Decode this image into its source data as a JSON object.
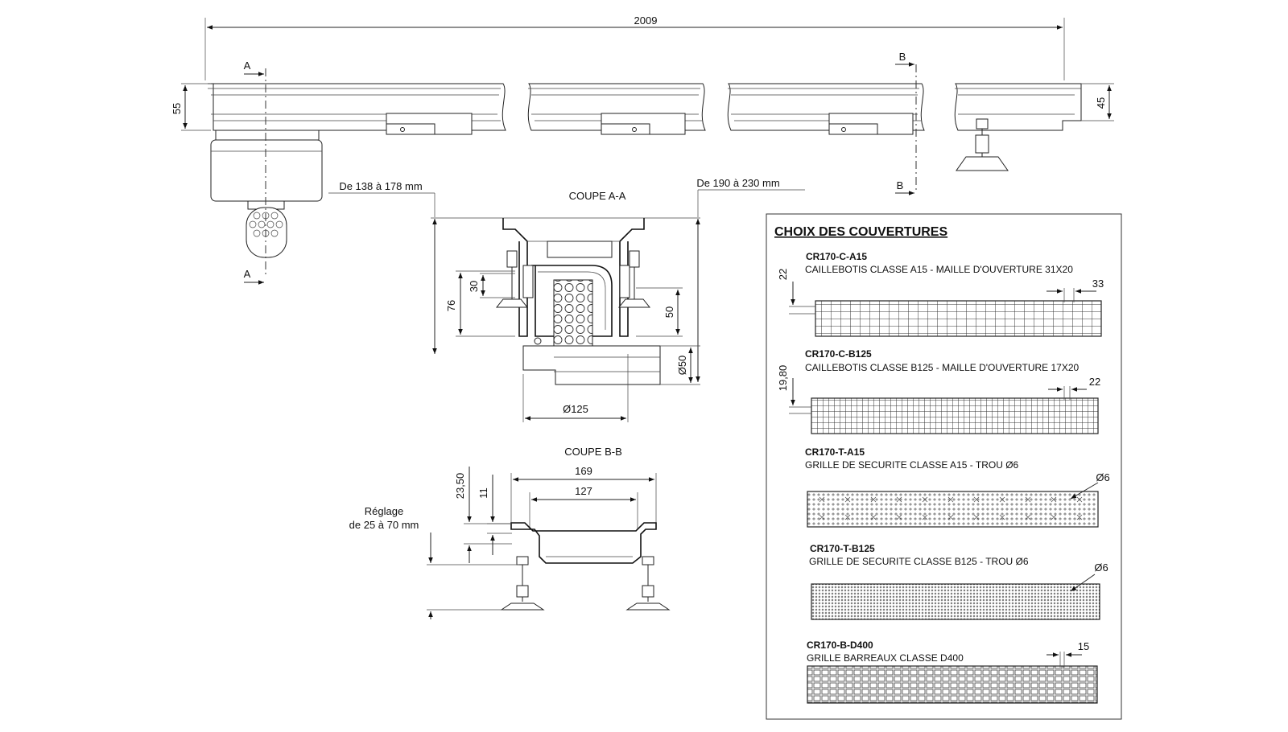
{
  "drawing": {
    "overall_length": "2009",
    "height_left": "55",
    "height_right": "45",
    "section_a": "A",
    "section_b": "B"
  },
  "coupe_aa": {
    "title": "COUPE A-A",
    "range_left": "De 138 à 178 mm",
    "range_right": "De 190 à 230 mm",
    "dim_30": "30",
    "dim_76": "76",
    "dim_50": "50",
    "dim_d50": "Ø50",
    "dim_d125": "Ø125"
  },
  "coupe_bb": {
    "title": "COUPE B-B",
    "dim_169": "169",
    "dim_127": "127",
    "dim_2350": "23,50",
    "dim_11": "11",
    "reglage_line1": "Réglage",
    "reglage_line2": "de 25 à 70 mm"
  },
  "covers": {
    "title": "CHOIX DES COUVERTURES",
    "items": [
      {
        "code": "CR170-C-A15",
        "desc": "CAILLEBOTIS CLASSE A15 - MAILLE D'OUVERTURE 31X20",
        "dim_side": "22",
        "dim_top": "33"
      },
      {
        "code": "CR170-C-B125",
        "desc": "CAILLEBOTIS CLASSE B125 - MAILLE D'OUVERTURE 17X20",
        "dim_side": "19,80",
        "dim_top": "22"
      },
      {
        "code": "CR170-T-A15",
        "desc": "GRILLE DE SECURITE CLASSE A15 - TROU Ø6",
        "dim_top": "Ø6"
      },
      {
        "code": "CR170-T-B125",
        "desc": "GRILLE DE SECURITE CLASSE B125 - TROU Ø6",
        "dim_top": "Ø6"
      },
      {
        "code": "CR170-B-D400",
        "desc": "GRILLE BARREAUX CLASSE D400",
        "dim_top": "15"
      }
    ]
  }
}
